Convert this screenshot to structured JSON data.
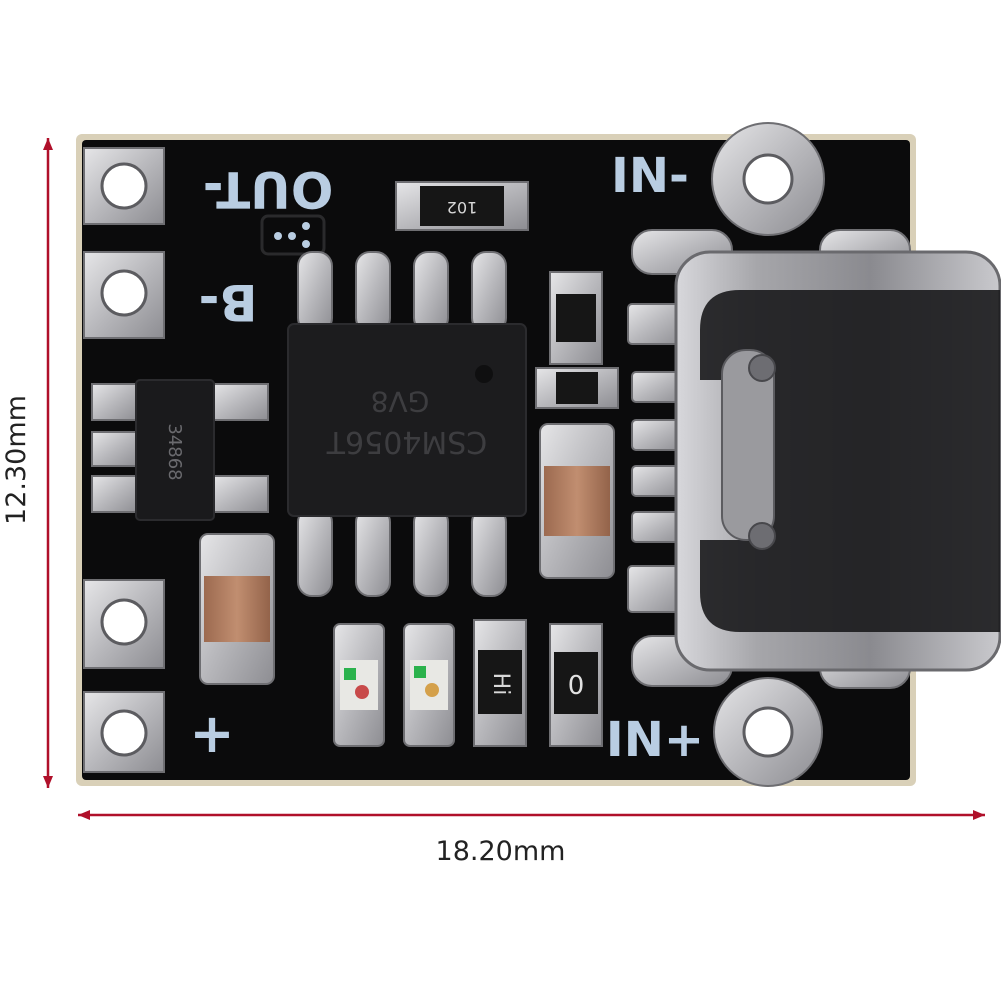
{
  "board": {
    "silkscreen": {
      "out_minus": "OUT-",
      "in_minus": "IN-",
      "b_minus": "B-",
      "plus": "+",
      "in_plus": "IN+"
    },
    "chip_markings": {
      "main_ic_line1": "CSM4056T",
      "main_ic_line2": "GV8",
      "resistor_top": "102",
      "sot_chip": "34868",
      "resistor_r": "Hi",
      "resistor_0": "0"
    },
    "colors": {
      "pcb": "#0b0b0c",
      "silkscreen": "#b9cde2",
      "pad": "#c9c9cc",
      "capacitor": "#b07a5c",
      "usb_shell": "#b8b8bc"
    }
  },
  "dimensions": {
    "width_label": "18.20mm",
    "height_label": "12.30mm",
    "arrow_color": "#b0102a"
  }
}
